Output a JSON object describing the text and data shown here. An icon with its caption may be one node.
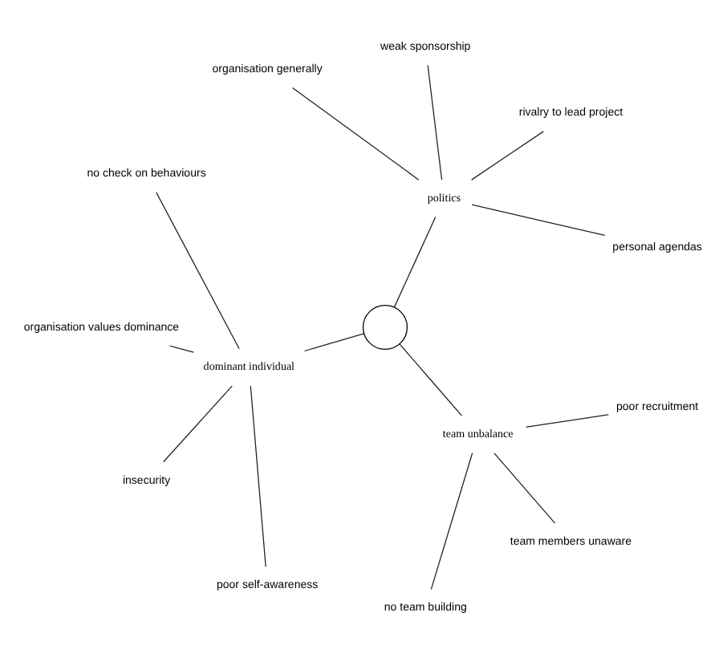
{
  "diagram": {
    "nodes": [
      {
        "text": [],
        "shape": "circle"
      },
      {
        "text": [
          "politics"
        ]
      },
      {
        "text": [
          "personal agendas"
        ]
      },
      {
        "text": [
          "rivalry to lead project"
        ]
      },
      {
        "text": [
          "weak sponsorship"
        ]
      },
      {
        "text": [
          "organisation generally"
        ]
      },
      {
        "text": [
          "dominant individual"
        ]
      },
      {
        "text": [
          "no check on behaviours"
        ]
      },
      {
        "text": [
          "organisation values dominance"
        ]
      },
      {
        "text": [
          "insecurity"
        ]
      },
      {
        "text": [
          "poor self-awareness"
        ]
      },
      {
        "text": [
          "team unbalance"
        ]
      },
      {
        "text": [
          "no team building"
        ]
      },
      {
        "text": [
          "team members unaware"
        ]
      },
      {
        "text": [
          "poor recruitment"
        ]
      }
    ],
    "edges": [
      {
        "from": 0,
        "to": 1,
        "arrow": "none"
      },
      {
        "from": 1,
        "to": 2,
        "arrow": "none"
      },
      {
        "from": 1,
        "to": 3,
        "arrow": "none"
      },
      {
        "from": 1,
        "to": 4,
        "arrow": "none"
      },
      {
        "from": 1,
        "to": 5,
        "arrow": "none"
      },
      {
        "from": 0,
        "to": 6,
        "arrow": "none"
      },
      {
        "from": 6,
        "to": 7,
        "arrow": "none"
      },
      {
        "from": 6,
        "to": 8,
        "arrow": "none"
      },
      {
        "from": 6,
        "to": 9,
        "arrow": "none"
      },
      {
        "from": 6,
        "to": 10,
        "arrow": "none"
      },
      {
        "from": 0,
        "to": 11,
        "arrow": "none"
      },
      {
        "from": 11,
        "to": 12,
        "arrow": "none"
      },
      {
        "from": 11,
        "to": 13,
        "arrow": "none"
      },
      {
        "from": 11,
        "to": 14,
        "arrow": "none"
      }
    ]
  }
}
